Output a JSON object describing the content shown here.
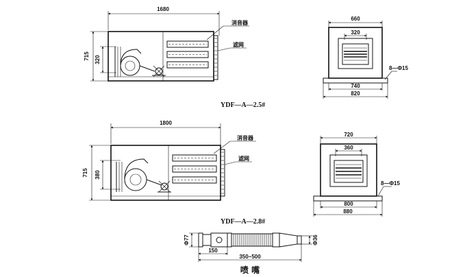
{
  "unit_a": {
    "model": "YDF—A—2.5#",
    "side": {
      "length": "1680",
      "height": "715",
      "inlet": "320",
      "silencer_label": "消音器",
      "filter_label": "滤网"
    },
    "front": {
      "top_width": "660",
      "opening": "320",
      "holes": "8—Φ15",
      "base_inner": "740",
      "base_outer": "820"
    }
  },
  "unit_b": {
    "model": "YDF—A—2.8#",
    "side": {
      "length": "1800",
      "height": "715",
      "inlet": "380",
      "silencer_label": "消音器",
      "filter_label": "滤网"
    },
    "front": {
      "top_width": "720",
      "opening": "360",
      "holes": "8—Φ15",
      "base_inner": "800",
      "base_outer": "880"
    }
  },
  "nozzle": {
    "caption": "喷 嘴",
    "dia_left": "Φ77",
    "dia_right": "Φ36",
    "offset": "150",
    "length": "350~500"
  }
}
